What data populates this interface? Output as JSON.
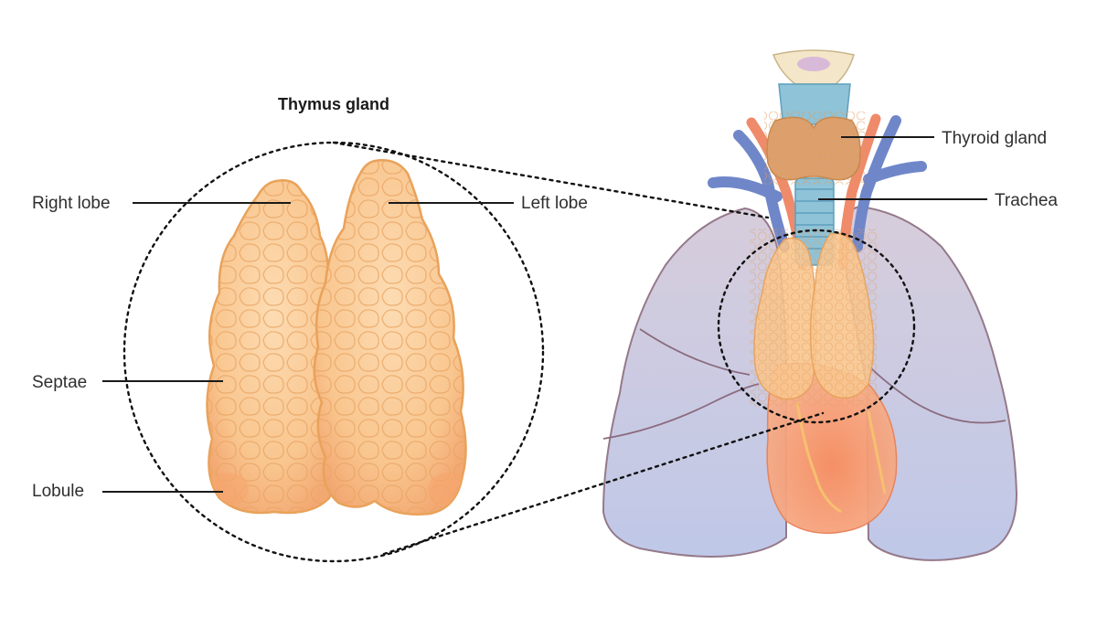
{
  "title": "Thymus gland",
  "labels": {
    "right_lobe": "Right lobe",
    "left_lobe": "Left lobe",
    "septae": "Septae",
    "lobule": "Lobule",
    "thyroid_gland": "Thyroid gland",
    "trachea": "Trachea"
  },
  "colors": {
    "thymus_fill": "#f9c68f",
    "thymus_stroke": "#e9a25a",
    "lung_fill": "#c3c9e6",
    "lung_stroke": "#8a6b7e",
    "vein": "#6f86c9",
    "artery": "#ef8a6a",
    "trachea": "#8fc3d8",
    "heart": "#f2a07a"
  }
}
